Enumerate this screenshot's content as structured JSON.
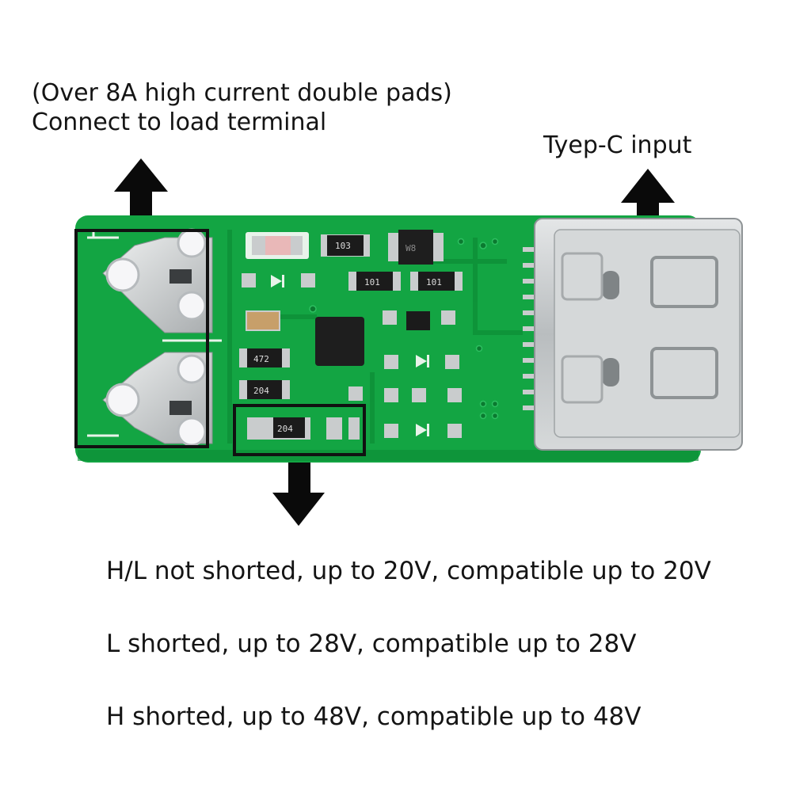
{
  "annotations": {
    "load_line1": "(Over 8A high current double pads)",
    "load_line2": "Connect to load terminal",
    "input_label": "Tyep-C input",
    "note_hl": "H/L not shorted, up to 20V, compatible up to 20V",
    "note_l": "L shorted, up to 28V, compatible up to 28V",
    "note_h": "H shorted, up to 48V, compatible up to 48V"
  },
  "components": {
    "r1": "103",
    "r2": "101",
    "r3": "101",
    "r4": "472",
    "r5": "204",
    "r6": "204",
    "ic1": "W8"
  },
  "colors": {
    "pcb": "#13a543",
    "pcb_dark": "#0c8a36",
    "silk": "#e8f3ea",
    "metal": "#c9cccd",
    "highlight_box": "#111111"
  }
}
